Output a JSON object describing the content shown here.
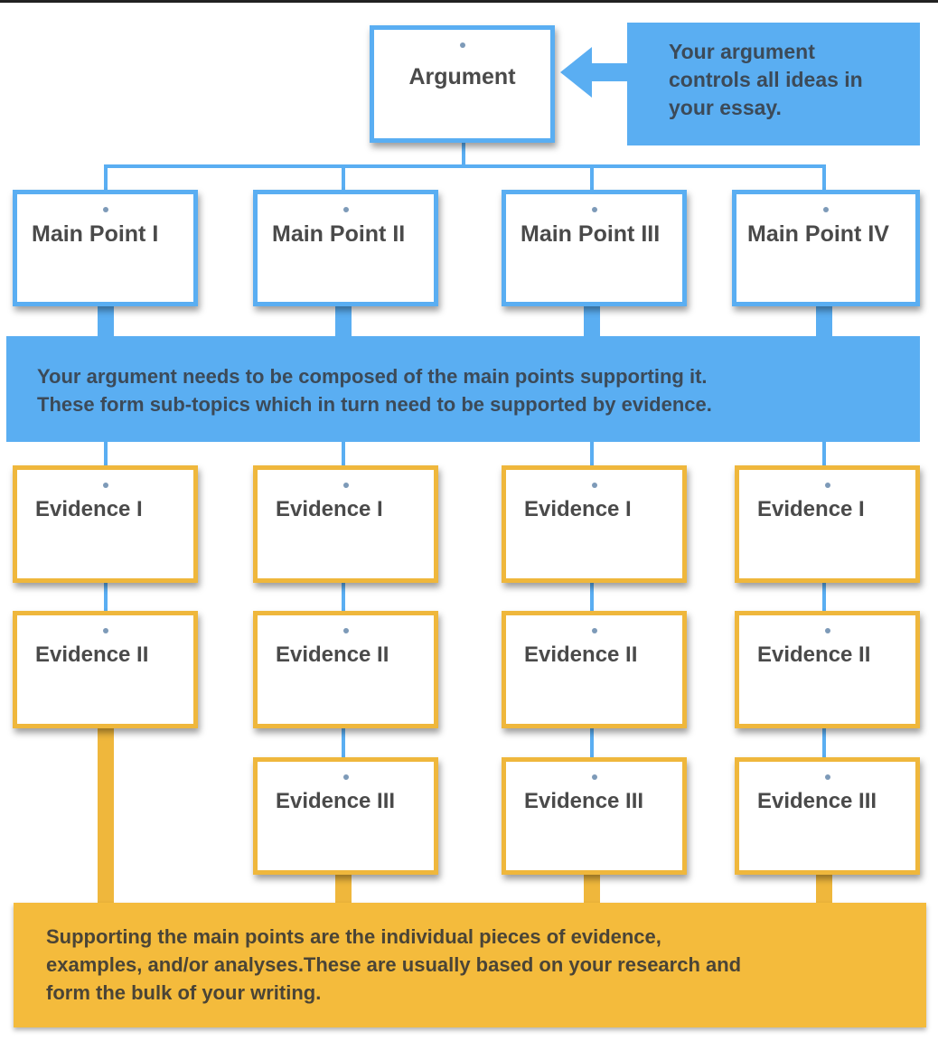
{
  "argument": {
    "label": "Argument",
    "note_lines": [
      "Your argument",
      "controls all ideas in",
      "your essay."
    ]
  },
  "main_points": [
    {
      "label": "Main Point I"
    },
    {
      "label": "Main Point II"
    },
    {
      "label": "Main Point III"
    },
    {
      "label": "Main Point IV"
    }
  ],
  "middle_banner": {
    "lines": [
      "Your argument needs to be composed of the main points supporting it.",
      "These form sub-topics which in turn need to be supported by evidence."
    ]
  },
  "evidence_columns": [
    [
      "Evidence I",
      "Evidence II"
    ],
    [
      "Evidence I",
      "Evidence II",
      "Evidence III"
    ],
    [
      "Evidence I",
      "Evidence II",
      "Evidence III"
    ],
    [
      "Evidence I",
      "Evidence II",
      "Evidence III"
    ]
  ],
  "bottom_banner": {
    "lines": [
      "Supporting the main points are the individual pieces of evidence,",
      "examples, and/or analyses.These are usually based on your research and",
      "form the bulk of your writing."
    ]
  },
  "colors": {
    "blue": "#5aaef2",
    "gold": "#efb73c",
    "gold_banner": "#f4bb3c",
    "text": "#4a4a4a"
  }
}
